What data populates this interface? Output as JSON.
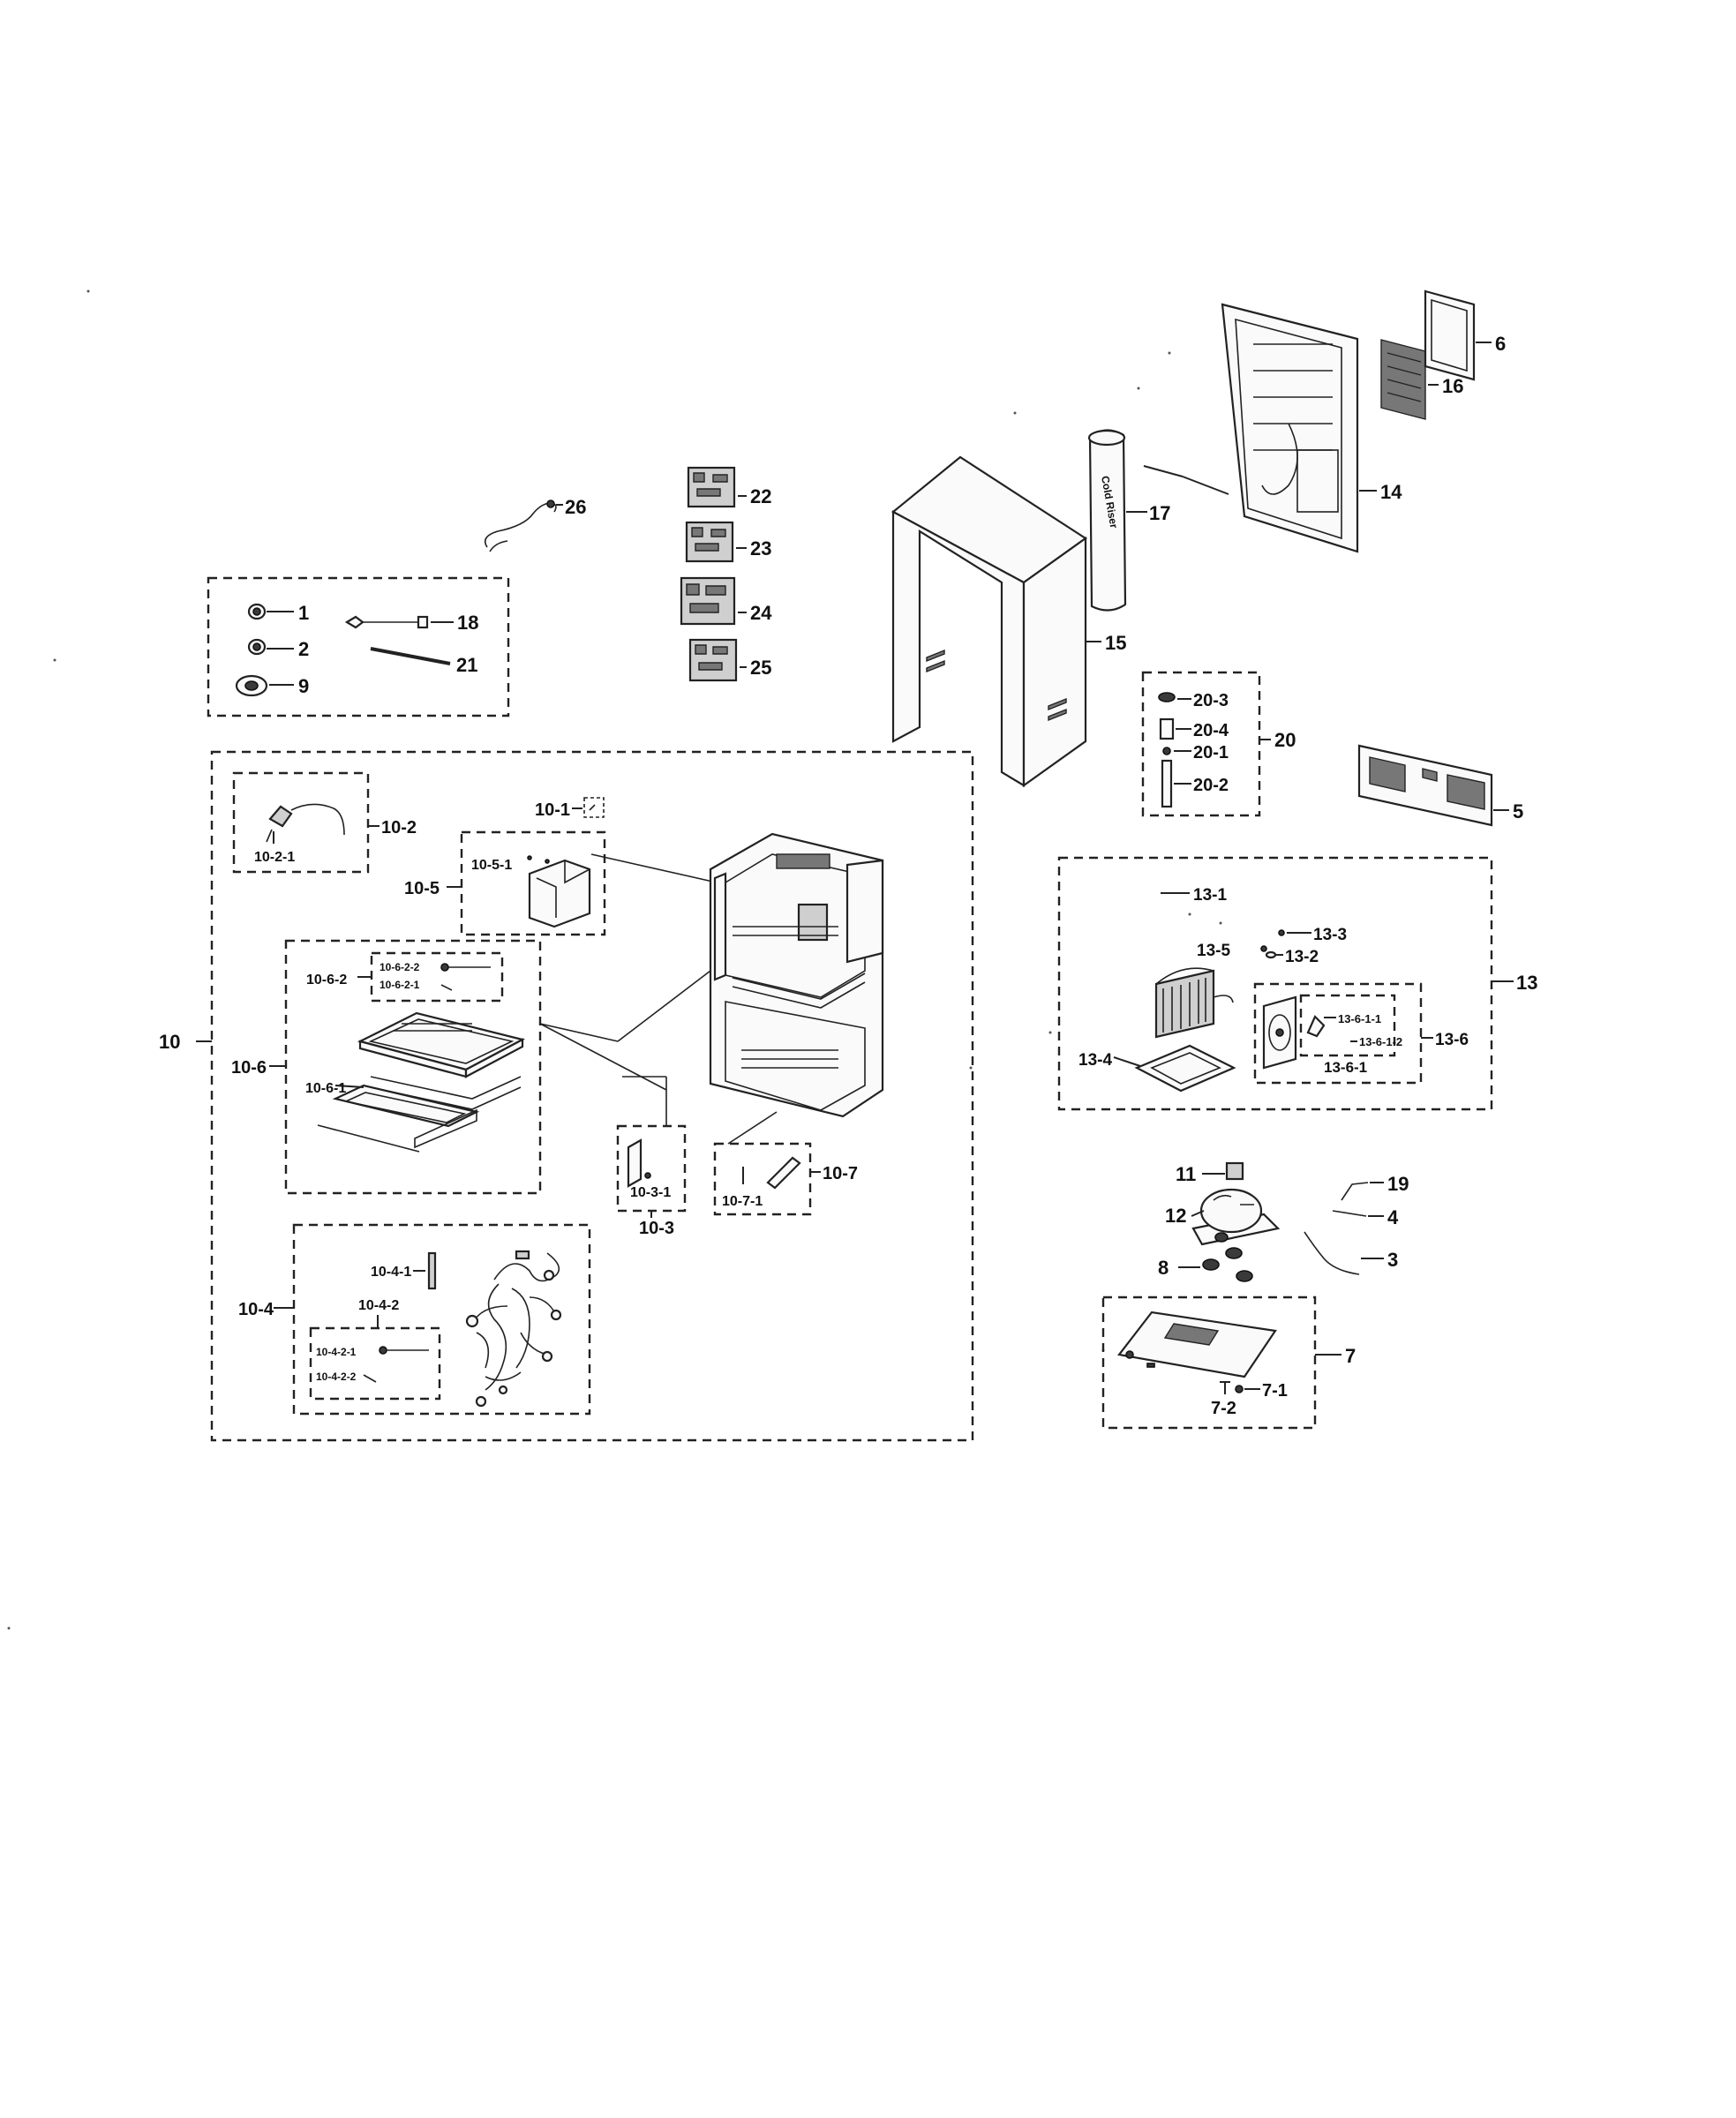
{
  "diagram": {
    "callouts": {
      "c1": "1",
      "c2": "2",
      "c3": "3",
      "c4": "4",
      "c5": "5",
      "c6": "6",
      "c7": "7",
      "c7_1": "7-1",
      "c7_2": "7-2",
      "c8": "8",
      "c9": "9",
      "c10": "10",
      "c10_1": "10-1",
      "c10_2": "10-2",
      "c10_2_1": "10-2-1",
      "c10_3": "10-3",
      "c10_3_1": "10-3-1",
      "c10_4": "10-4",
      "c10_4_1": "10-4-1",
      "c10_4_2": "10-4-2",
      "c10_4_2_1": "10-4-2-1",
      "c10_4_2_2": "10-4-2-2",
      "c10_5": "10-5",
      "c10_5_1": "10-5-1",
      "c10_6": "10-6",
      "c10_6_1": "10-6-1",
      "c10_6_2": "10-6-2",
      "c10_6_2_1": "10-6-2-1",
      "c10_6_2_2": "10-6-2-2",
      "c10_7": "10-7",
      "c10_7_1": "10-7-1",
      "c11": "11",
      "c12": "12",
      "c13": "13",
      "c13_1": "13-1",
      "c13_2": "13-2",
      "c13_3": "13-3",
      "c13_4": "13-4",
      "c13_5": "13-5",
      "c13_6": "13-6",
      "c13_6_1": "13-6-1",
      "c13_6_1_1": "13-6-1-1",
      "c13_6_1_2": "13-6-1-2",
      "c14": "14",
      "c15": "15",
      "c16": "16",
      "c17": "17",
      "c18": "18",
      "c19": "19",
      "c20": "20",
      "c20_1": "20-1",
      "c20_2": "20-2",
      "c20_3": "20-3",
      "c20_4": "20-4",
      "c21": "21",
      "c22": "22",
      "c23": "23",
      "c24": "24",
      "c25": "25",
      "c26": "26"
    },
    "part_markings": {
      "cold_riser": "Cold Riser"
    }
  }
}
